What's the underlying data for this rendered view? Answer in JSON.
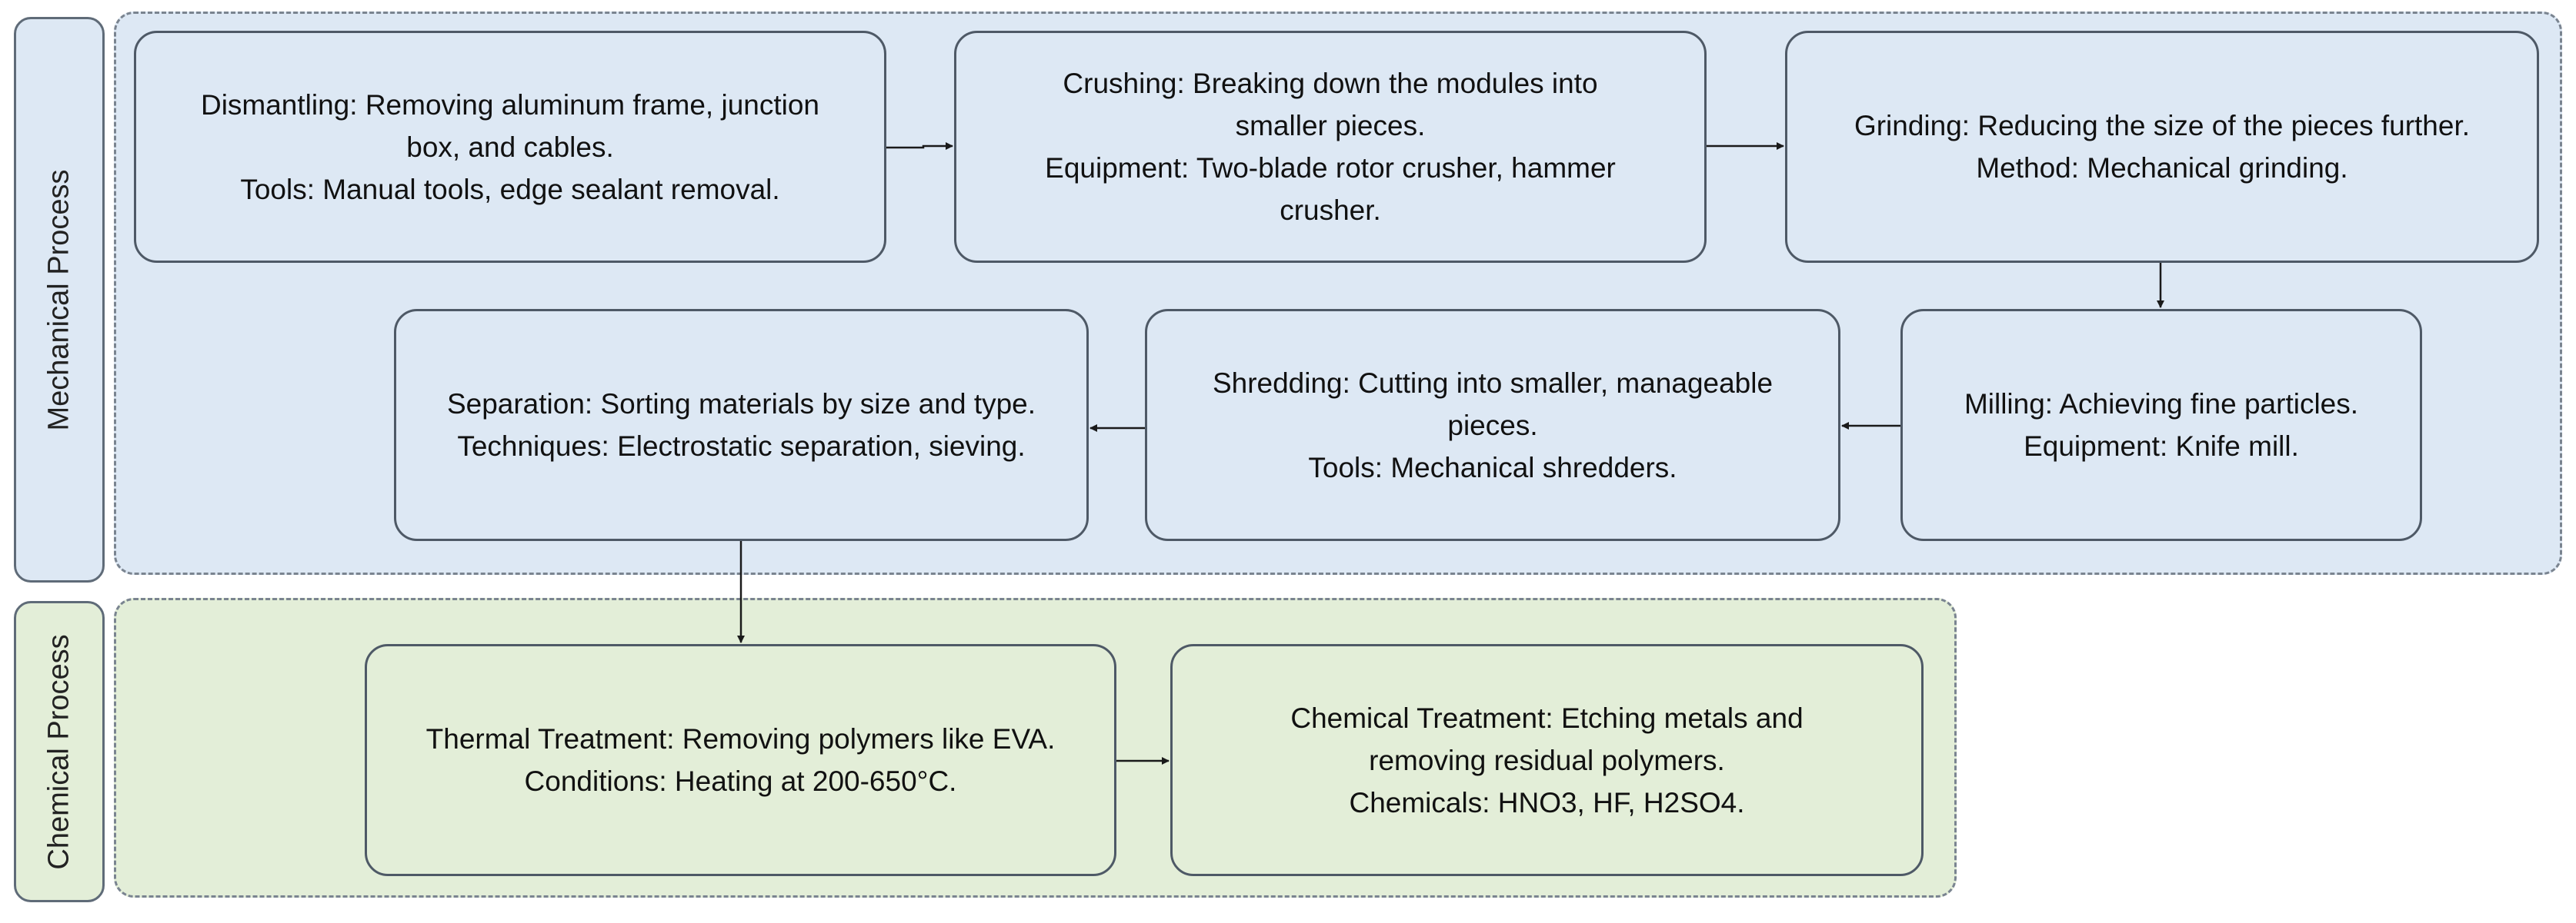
{
  "colors": {
    "mechanical_fill": "#dde8f4",
    "chemical_fill": "#e3eed8",
    "stroke": "#4e5966",
    "arrow": "#1a1a1a"
  },
  "lanes": {
    "mechanical": {
      "label": "Mechanical Process"
    },
    "chemical": {
      "label": "Chemical Process"
    }
  },
  "steps": {
    "dismantling": {
      "lines": [
        "Dismantling: Removing aluminum frame, junction",
        "box, and cables.",
        "Tools: Manual tools, edge sealant removal."
      ]
    },
    "crushing": {
      "lines": [
        "Crushing: Breaking down the modules into",
        "smaller pieces.",
        "Equipment: Two-blade rotor crusher, hammer",
        "crusher."
      ]
    },
    "grinding": {
      "lines": [
        "Grinding: Reducing the size of the pieces further.",
        "Method: Mechanical grinding."
      ]
    },
    "milling": {
      "lines": [
        "Milling: Achieving fine particles.",
        "Equipment: Knife mill."
      ]
    },
    "shredding": {
      "lines": [
        "Shredding: Cutting into smaller, manageable",
        "pieces.",
        "Tools: Mechanical shredders."
      ]
    },
    "separation": {
      "lines": [
        "Separation: Sorting materials by size and type.",
        "Techniques: Electrostatic separation, sieving."
      ]
    },
    "thermal": {
      "lines": [
        "Thermal Treatment: Removing polymers like EVA.",
        "Conditions: Heating at 200-650°C."
      ]
    },
    "chemical": {
      "lines": [
        "Chemical Treatment: Etching metals and",
        "removing residual polymers.",
        "Chemicals: HNO3, HF, H2SO4."
      ]
    }
  }
}
